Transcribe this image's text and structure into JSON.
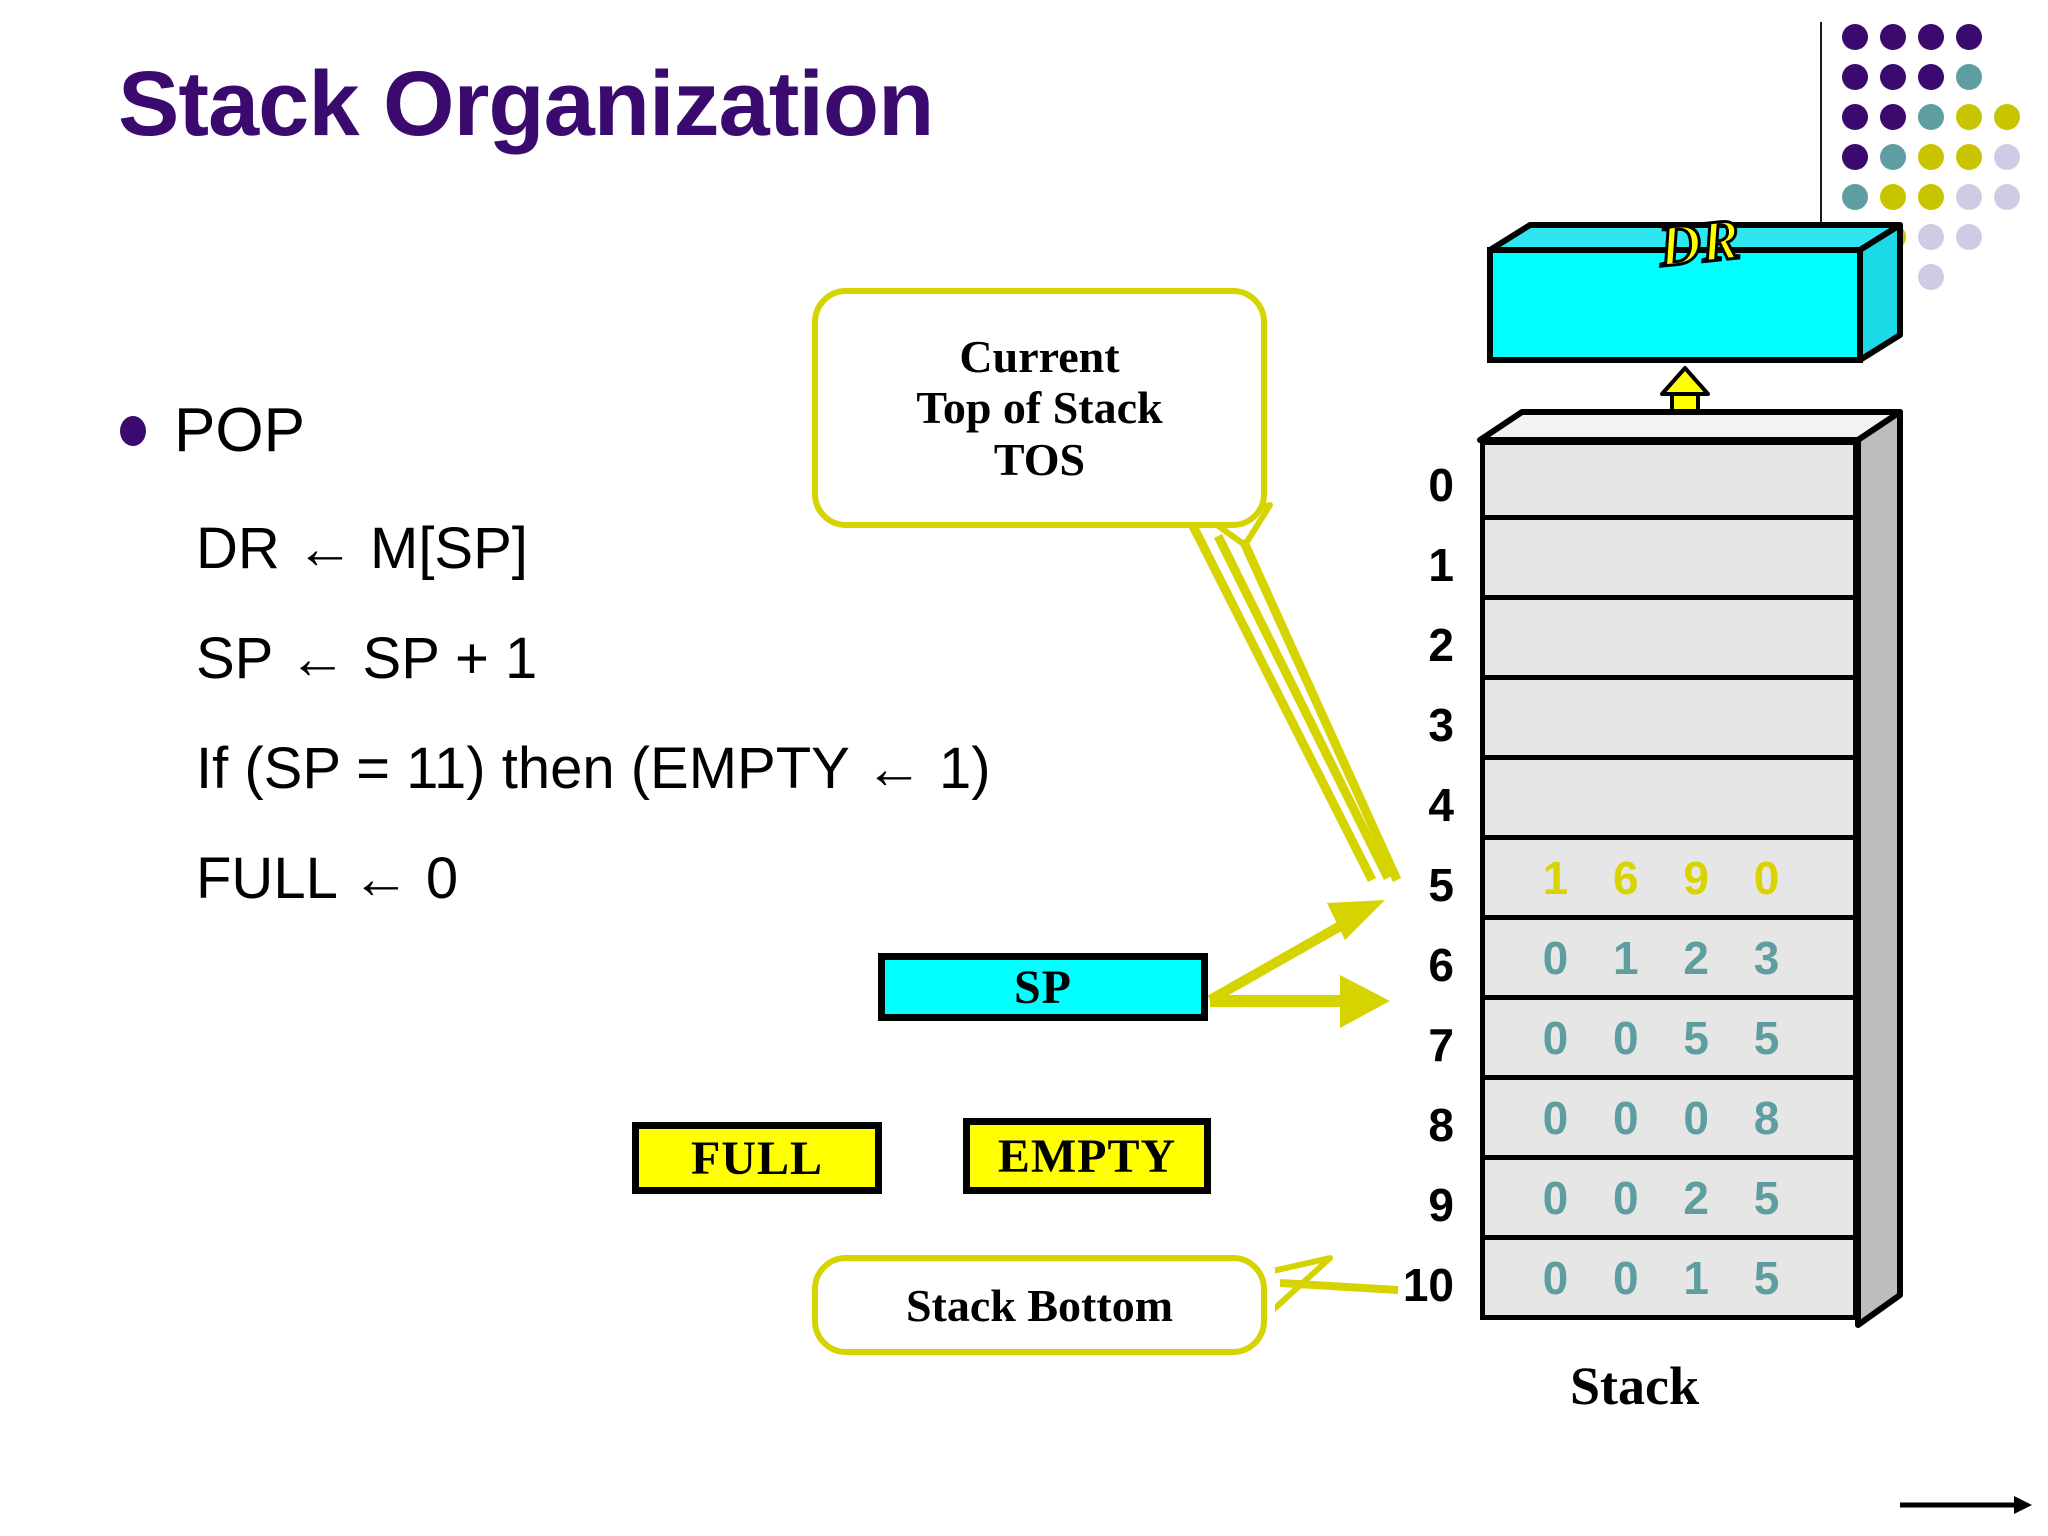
{
  "slide": {
    "title": "Stack Organization",
    "title_color": "#3b0a6e",
    "background": "#ffffff"
  },
  "bullets": [
    {
      "label": "POP"
    }
  ],
  "operations": [
    "DR ← M[SP]",
    "SP ← SP + 1",
    "If (SP = 11) then (EMPTY ← 1)",
    "FULL ← 0"
  ],
  "callouts": {
    "tos": {
      "line1": "Current",
      "line2": "Top of Stack",
      "line3": "TOS",
      "border_color": "#d6d400"
    },
    "stack_bottom": {
      "text": "Stack Bottom",
      "border_color": "#d6d400"
    }
  },
  "registers": {
    "sp": {
      "label": "SP",
      "fill": "#00ffff"
    },
    "full": {
      "label": "FULL",
      "fill": "#ffff00"
    },
    "empty": {
      "label": "EMPTY",
      "fill": "#ffff00"
    },
    "dr": {
      "label": "DR",
      "fill": "#00ffff",
      "text_fill": "#ffff00"
    }
  },
  "stack": {
    "caption": "Stack",
    "cell_fill": "#e6e6e6",
    "side_fill": "#bdbdbd",
    "highlight_color": "#d9d400",
    "value_color": "#5f9ea0",
    "rows": [
      {
        "index": "0",
        "value": ""
      },
      {
        "index": "1",
        "value": ""
      },
      {
        "index": "2",
        "value": ""
      },
      {
        "index": "3",
        "value": ""
      },
      {
        "index": "4",
        "value": ""
      },
      {
        "index": "5",
        "value": "1 6 9 0",
        "highlight": true
      },
      {
        "index": "6",
        "value": "0 1 2 3"
      },
      {
        "index": "7",
        "value": "0 0 5 5"
      },
      {
        "index": "8",
        "value": "0 0 0 8"
      },
      {
        "index": "9",
        "value": "0 0 2 5"
      },
      {
        "index": "10",
        "value": "0 0 1 5"
      }
    ]
  },
  "decoration": {
    "dot_colors": [
      "#3b0a6e",
      "#5f9ea0",
      "#c9c400",
      "#cfcbe4"
    ],
    "arrow_color": "#000000"
  }
}
